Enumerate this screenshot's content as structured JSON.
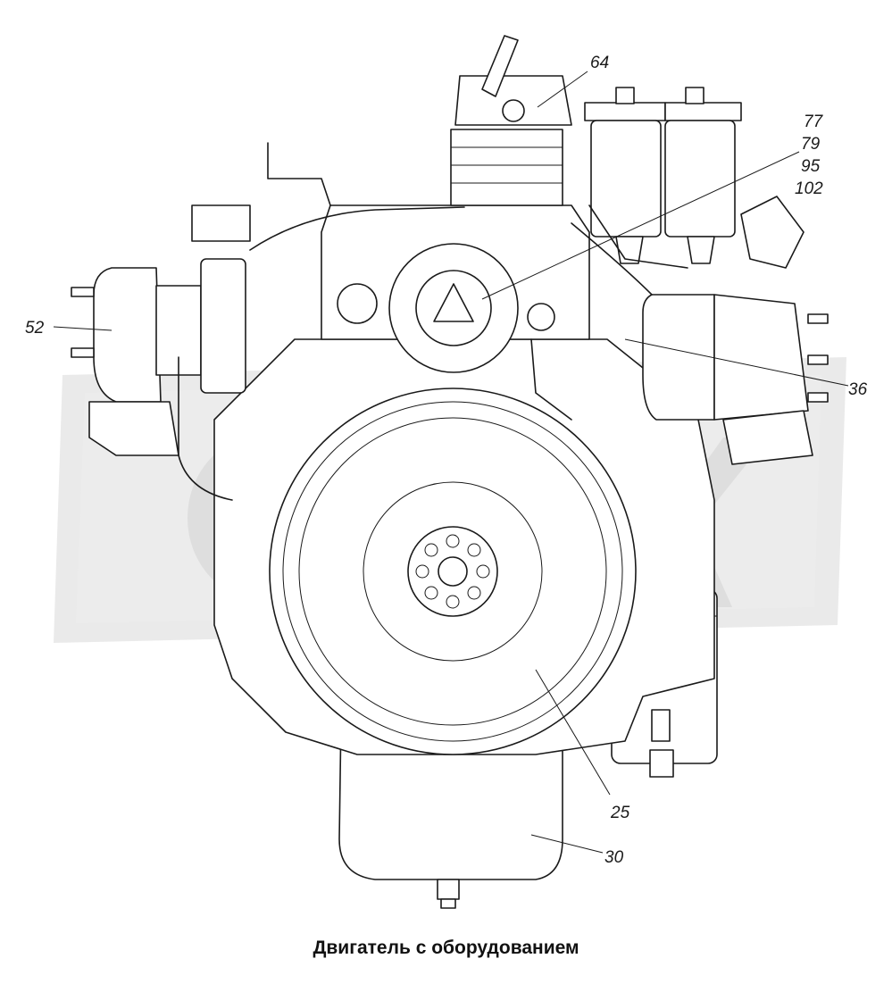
{
  "caption": "Двигатель с оборудованием",
  "watermark": "OPEX",
  "callouts": {
    "c64": "64",
    "c77": "77",
    "c79": "79",
    "c95": "95",
    "c102": "102",
    "c52": "52",
    "c36": "36",
    "c25": "25",
    "c30": "30"
  },
  "colors": {
    "line": "#1a1a1a",
    "watermark": "#d9d9d9",
    "background": "#ffffff"
  }
}
